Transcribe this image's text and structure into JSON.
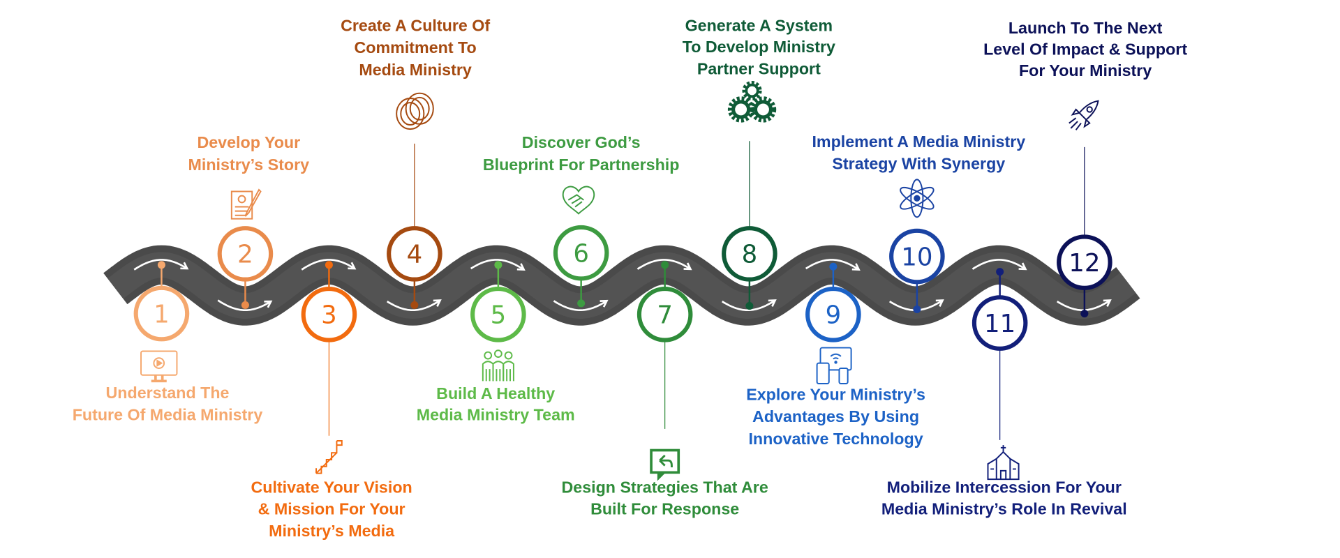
{
  "diagram": {
    "road_color": "#4a4a4a",
    "steps": [
      {
        "number": "1",
        "lines": [
          "Understand The",
          "Future Of Media Ministry"
        ],
        "color": "#f5a86e",
        "icon": "monitor-play-icon"
      },
      {
        "number": "2",
        "lines": [
          "Develop Your",
          "Ministry’s Story"
        ],
        "color": "#e98b4b",
        "icon": "document-pen-icon"
      },
      {
        "number": "3",
        "lines": [
          "Cultivate Your Vision",
          "& Mission For Your",
          "Ministry’s Media"
        ],
        "color": "#f26b0f",
        "icon": "stairs-flag-icon"
      },
      {
        "number": "4",
        "lines": [
          "Create A Culture Of",
          "Commitment To",
          "Media Ministry"
        ],
        "color": "#a54a10",
        "icon": "interlocked-rings-icon"
      },
      {
        "number": "5",
        "lines": [
          "Build A Healthy",
          "Media Ministry Team"
        ],
        "color": "#5dba48",
        "icon": "team-people-icon"
      },
      {
        "number": "6",
        "lines": [
          "Discover God’s",
          "Blueprint For Partnership"
        ],
        "color": "#3d9b41",
        "icon": "handshake-heart-icon"
      },
      {
        "number": "7",
        "lines": [
          "Design Strategies That Are",
          "Built For Response"
        ],
        "color": "#2f8c3a",
        "icon": "reply-chat-icon"
      },
      {
        "number": "8",
        "lines": [
          "Generate A System",
          "To Develop Ministry",
          "Partner Support"
        ],
        "color": "#0f5b37",
        "icon": "gears-icon"
      },
      {
        "number": "9",
        "lines": [
          "Explore Your Ministry’s",
          "Advantages By Using",
          "Innovative Technology"
        ],
        "color": "#1c62c6",
        "icon": "devices-wifi-icon"
      },
      {
        "number": "10",
        "lines": [
          "Implement A Media Ministry",
          "Strategy With Synergy"
        ],
        "color": "#1a43a3",
        "icon": "atom-icon"
      },
      {
        "number": "11",
        "lines": [
          "Mobilize Intercession For Your",
          "Media Ministry’s Role In Revival"
        ],
        "color": "#121f7a",
        "icon": "church-icon"
      },
      {
        "number": "12",
        "lines": [
          "Launch To The Next",
          "Level Of Impact & Support",
          "For Your Ministry"
        ],
        "color": "#0c1158",
        "icon": "rocket-icon"
      }
    ]
  }
}
